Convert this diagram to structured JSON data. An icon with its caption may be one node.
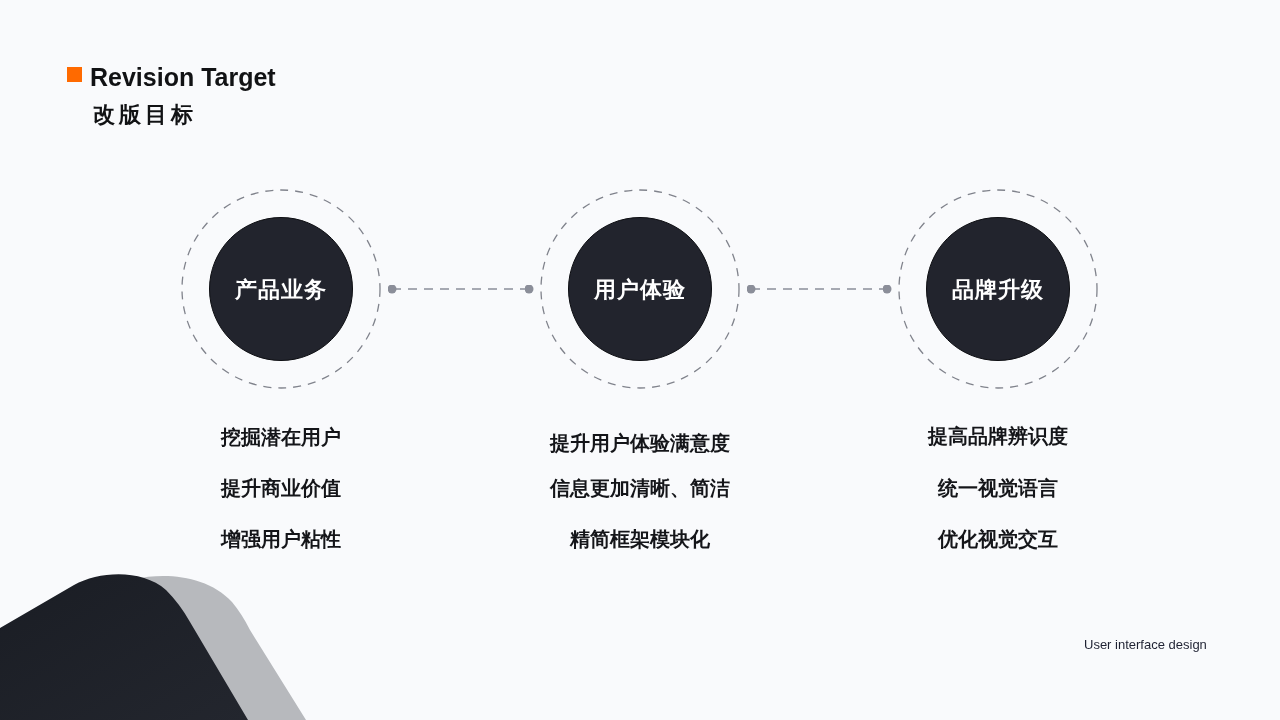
{
  "diagram": {
    "title": "Revision Target",
    "nodes": [
      {
        "text": [],
        "shape": "circle"
      },
      {
        "text": [
          "产品业务"
        ],
        "in": 0,
        "beside": [
          "挖掘潜在用户",
          "提升商业价值",
          "增强用户粘性"
        ]
      },
      {
        "text": [],
        "shape": "circle"
      },
      {
        "text": [
          "用户体验"
        ],
        "in": 2,
        "beside": [
          "提升用户体验满意度",
          "信息更加清晰、简洁",
          "精简框架模块化"
        ]
      },
      {
        "text": [],
        "shape": "circle"
      },
      {
        "text": [
          "品牌升级"
        ],
        "in": 4,
        "beside": [
          "提高品牌辨识度",
          "统一视觉语言",
          "优化视觉交互"
        ]
      }
    ],
    "edges": [
      {
        "from": 0,
        "to": 2,
        "arrow": "other",
        "style": "dashed"
      },
      {
        "from": 2,
        "to": 4,
        "arrow": "other",
        "style": "dashed"
      }
    ],
    "labels": [
      "改版目标",
      "User interface design"
    ]
  }
}
